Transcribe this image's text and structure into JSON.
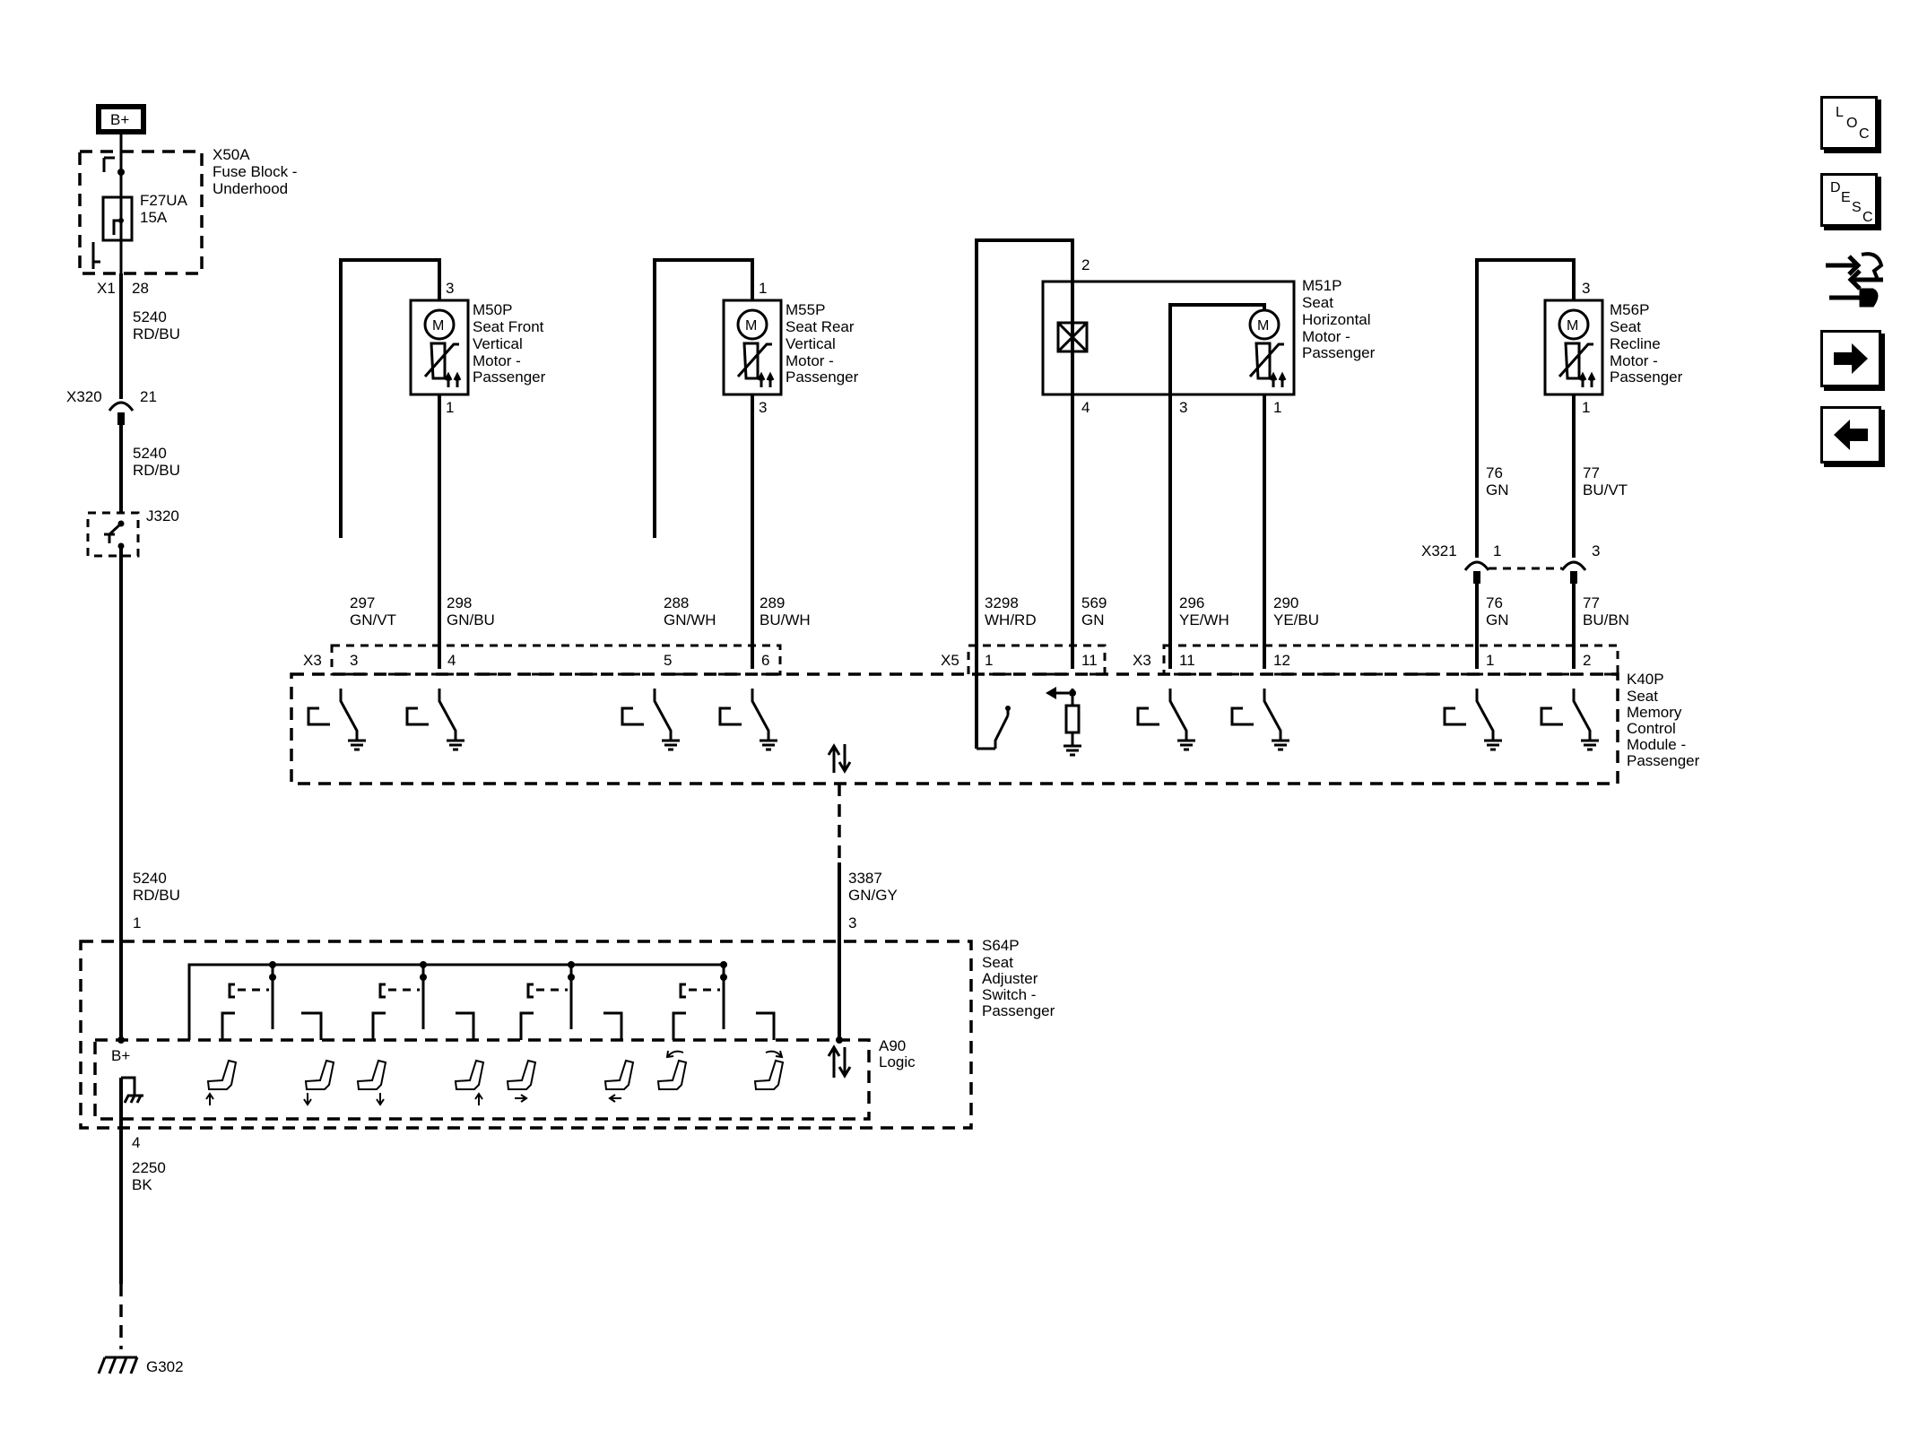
{
  "power": {
    "label": "B+"
  },
  "fuse_block": {
    "id": "X50A",
    "name_line1": "Fuse Block -",
    "name_line2": "Underhood",
    "fuse_id": "F27UA",
    "fuse_rating": "15A",
    "conn": "X1",
    "pin": "28"
  },
  "main_wire": {
    "circuit": "5240",
    "color": "RD/BU"
  },
  "x320": {
    "id": "X320",
    "pin": "21"
  },
  "j320": {
    "id": "J320"
  },
  "m50p": {
    "pin_top": "3",
    "pin_bottom": "1",
    "id": "M50P",
    "line1": "Seat Front",
    "line2": "Vertical",
    "line3": "Motor -",
    "line4": "Passenger",
    "wire_a_circuit": "297",
    "wire_a_color": "GN/VT",
    "wire_b_circuit": "298",
    "wire_b_color": "GN/BU"
  },
  "m55p": {
    "pin_top": "1",
    "pin_bottom": "3",
    "id": "M55P",
    "line1": "Seat Rear",
    "line2": "Vertical",
    "line3": "Motor -",
    "line4": "Passenger",
    "wire_a_circuit": "288",
    "wire_a_color": "GN/WH",
    "wire_b_circuit": "289",
    "wire_b_color": "BU/WH"
  },
  "m51p": {
    "pin_top": "2",
    "pin_mid_a": "4",
    "pin_mid_b": "3",
    "pin_mid_c": "1",
    "id": "M51P",
    "line1": "Seat",
    "line2": "Horizontal",
    "line3": "Motor -",
    "line4": "Passenger",
    "wire_a_circuit": "3298",
    "wire_a_color": "WH/RD",
    "wire_b_circuit": "569",
    "wire_b_color": "GN",
    "wire_c_circuit": "296",
    "wire_c_color": "YE/WH",
    "wire_d_circuit": "290",
    "wire_d_color": "YE/BU"
  },
  "m56p": {
    "pin_top": "3",
    "pin_bottom": "1",
    "id": "M56P",
    "line1": "Seat",
    "line2": "Recline",
    "line3": "Motor -",
    "line4": "Passenger",
    "wire_a_circuit": "76",
    "wire_a_color": "GN",
    "wire_b_circuit": "77",
    "wire_b_color": "BU/VT",
    "wire_c_circuit": "76",
    "wire_c_color": "GN",
    "wire_d_circuit": "77",
    "wire_d_color": "BU/BN"
  },
  "x321": {
    "id": "X321",
    "pin_a": "1",
    "pin_b": "3"
  },
  "k40p": {
    "id": "K40P",
    "line1": "Seat",
    "line2": "Memory",
    "line3": "Control",
    "line4": "Module -",
    "line5": "Passenger",
    "x3_label": "X3",
    "x5_label": "X5",
    "x3b_label": "X3",
    "pins": [
      "3",
      "4",
      "5",
      "6",
      "1",
      "11",
      "11",
      "12",
      "1",
      "2"
    ]
  },
  "serial_wire": {
    "circuit": "3387",
    "color": "GN/GY",
    "pin": "3"
  },
  "s64p_wire": {
    "circuit": "5240",
    "color": "RD/BU",
    "pin": "1"
  },
  "s64p": {
    "id": "S64P",
    "line1": "Seat",
    "line2": "Adjuster",
    "line3": "Switch -",
    "line4": "Passenger",
    "logic_id": "A90",
    "logic_label": "Logic",
    "bplus": "B+"
  },
  "ground_wire": {
    "pin": "4",
    "circuit": "2250",
    "color": "BK"
  },
  "ground": {
    "id": "G302"
  },
  "sidebar": {
    "loc": {
      "l": "L",
      "o": "O",
      "c": "C"
    },
    "desc": {
      "d": "D",
      "e": "E",
      "s": "S",
      "c": "C"
    }
  }
}
